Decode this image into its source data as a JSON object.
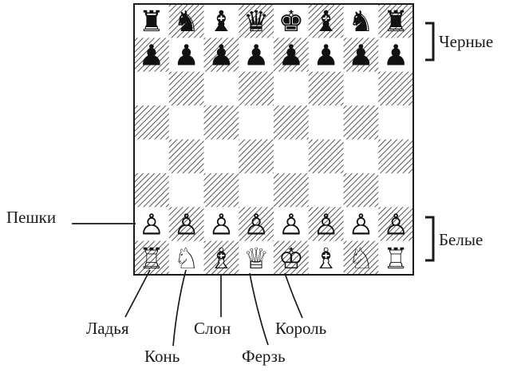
{
  "board": {
    "rows": [
      [
        "♜",
        "♞",
        "♝",
        "♛",
        "♚",
        "♝",
        "♞",
        "♜"
      ],
      [
        "♟",
        "♟",
        "♟",
        "♟",
        "♟",
        "♟",
        "♟",
        "♟"
      ],
      [
        "",
        "",
        "",
        "",
        "",
        "",
        "",
        ""
      ],
      [
        "",
        "",
        "",
        "",
        "",
        "",
        "",
        ""
      ],
      [
        "",
        "",
        "",
        "",
        "",
        "",
        "",
        ""
      ],
      [
        "",
        "",
        "",
        "",
        "",
        "",
        "",
        ""
      ],
      [
        "♙",
        "♙",
        "♙",
        "♙",
        "♙",
        "♙",
        "♙",
        "♙"
      ],
      [
        "♖",
        "♘",
        "♗",
        "♕",
        "♔",
        "♗",
        "♘",
        "♖"
      ]
    ],
    "light_square_color": "#ffffff",
    "dark_square_pattern": "diagonal-hatching",
    "ink_color": "#1a1a1a"
  },
  "labels": {
    "black": "Черные",
    "white": "Белые",
    "pawns": "Пешки",
    "rook": "Ладья",
    "knight": "Конь",
    "bishop": "Слон",
    "queen": "Ферзь",
    "king": "Король"
  }
}
